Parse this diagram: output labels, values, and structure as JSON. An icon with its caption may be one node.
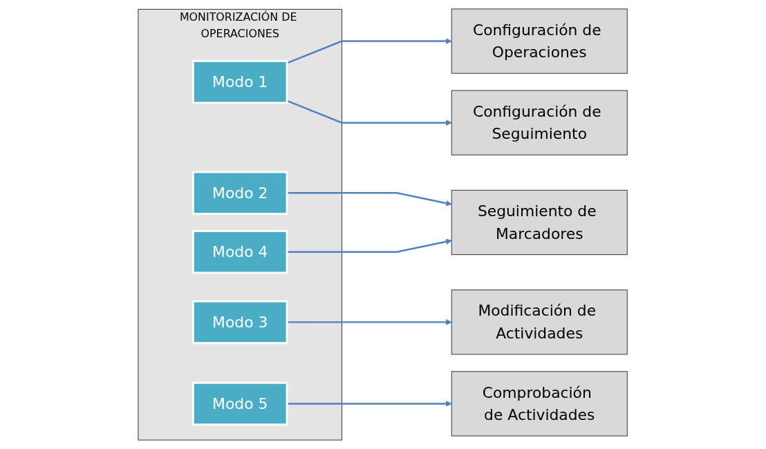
{
  "diagram": {
    "nodes": [
      {
        "text": [
          "MONITORIZACIÓN DE OPERACIONES"
        ]
      },
      {
        "text": [
          "Modo 1"
        ],
        "in": 0
      },
      {
        "text": [
          "Modo 2"
        ],
        "in": 0
      },
      {
        "text": [
          "Modo 3"
        ],
        "in": 0
      },
      {
        "text": [
          "Modo 4"
        ],
        "in": 0
      },
      {
        "text": [
          "Modo 5"
        ],
        "in": 0
      },
      {
        "text": [
          "Configuración de Operaciones"
        ]
      },
      {
        "text": [
          "Configuración de Seguimiento"
        ]
      },
      {
        "text": [
          "Seguimiento de Marcadores"
        ]
      },
      {
        "text": [
          "Modificación de Actividades"
        ]
      },
      {
        "text": [
          "Comprobación de Actividades"
        ]
      }
    ],
    "edges": [
      {
        "from": 1,
        "to": 6,
        "arrow": "to"
      },
      {
        "from": 1,
        "to": 7,
        "arrow": "to"
      },
      {
        "from": 2,
        "to": 8,
        "arrow": "to"
      },
      {
        "from": 3,
        "to": 9,
        "arrow": "to"
      },
      {
        "from": 4,
        "to": 8,
        "arrow": "to"
      },
      {
        "from": 5,
        "to": 10,
        "arrow": "to"
      }
    ]
  }
}
